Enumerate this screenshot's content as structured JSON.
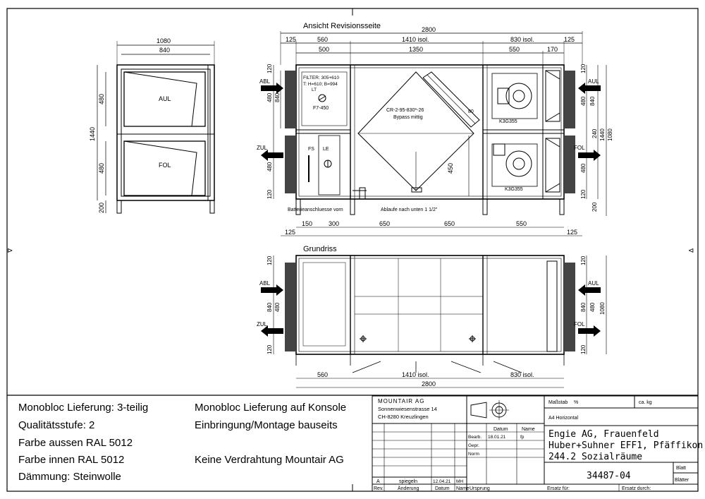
{
  "views": {
    "side_title": "Ansicht Revisionsseite",
    "plan_title": "Grundriss"
  },
  "left_view": {
    "dim_top_outer": "1080",
    "dim_top_inner": "840",
    "dim_height": "1440",
    "dim_480_a": "480",
    "dim_480_b": "480",
    "dim_200": "200",
    "label_upper": "AUL",
    "label_lower": "FOL"
  },
  "side_view": {
    "dim_total": "2800",
    "dims_top_row1": [
      "125",
      "560",
      "1410 isol.",
      "830 isol.",
      "125"
    ],
    "dims_top_row2": [
      "500",
      "1350",
      "550",
      "170"
    ],
    "dims_bottom_row1": [
      "150",
      "300",
      "650",
      "650",
      "550"
    ],
    "dims_bottom_row2": [
      "125",
      "125"
    ],
    "filter_text": [
      "FILTER: 305+610",
      "T: H=610; B=994",
      "LT"
    ],
    "filter_class": "F7-450",
    "hx_type": "CR-2-95-830*-26",
    "hx_bypass": "Bypass mittig",
    "fan_upper": "K3G355",
    "fan_lower": "K3G355",
    "dim_80": "80",
    "dim_450": "450",
    "fs_label": "FS",
    "le_label": "LE",
    "note_left": "Batterieanschluesse vorn",
    "note_mid": "Ablaufe nach unten 1 1/2\"",
    "abl": "ABL",
    "zul": "ZUL",
    "aul": "AUL",
    "fol": "FOL",
    "left_dims": [
      "120",
      "480",
      "840",
      "480",
      "120"
    ],
    "right_dims": [
      "120",
      "480",
      "840",
      "480",
      "120"
    ],
    "right_tall": [
      "1440",
      "1080"
    ],
    "right_small": [
      "240",
      "200"
    ]
  },
  "plan_view": {
    "dims_bottom": [
      "560",
      "1410 isol.",
      "830 isol."
    ],
    "dim_total": "2800",
    "abl": "ABL",
    "zul": "ZUL",
    "aul": "AUL",
    "fol": "FOL",
    "left_dims": [
      "120",
      "840",
      "480",
      "120"
    ],
    "right_dims": [
      "120",
      "840",
      "480",
      "1080",
      "120"
    ]
  },
  "notes_left": [
    "Monobloc Lieferung: 3-teilig",
    "Qualitätsstufe: 2",
    "Farbe aussen  RAL 5012",
    "Farbe innen  RAL 5012",
    "Dämmung: Steinwolle"
  ],
  "notes_mid": [
    "Monobloc Lieferung auf Konsole",
    "Einbringung/Montage bauseits",
    "",
    "Keine Verdrahtung Mountair AG"
  ],
  "title_block": {
    "company": "MOUNTAIR AG",
    "street": "Sonnenwiesenstrasse 14",
    "city": "CH-8280 Kreuzlingen",
    "massstab_label": "Maßstab",
    "massstab_value": "%",
    "weight_label": "ca. kg",
    "format": "A4 Horizontal",
    "col_datum": "Datum",
    "col_name": "Name",
    "row_bearb": "Bearb.",
    "row_bearb_date": "18.01.21",
    "row_bearb_name": "fp",
    "row_gepr": "Gepr.",
    "row_norm": "Norm",
    "project_line1": "Engie AG, Frauenfeld",
    "project_line2": "Huber+Suhner EFF1, Pfäffikon",
    "project_line3": "244.2 Sozialräume",
    "drawing_number": "34487-04",
    "blatt": "Blatt",
    "blaetter": "Blätter",
    "rev_letter": "A",
    "rev_text": "spiegeln",
    "rev_date": "12.04.21",
    "rev_name": "MH",
    "h_rev": "Rev.",
    "h_aenderung": "Änderung",
    "h_datum": "Datum",
    "h_name": "Name",
    "h_ursprung": "Ursprung",
    "ersatz_fuer": "Ersatz für:",
    "ersatz_durch": "Ersatz durch:"
  }
}
